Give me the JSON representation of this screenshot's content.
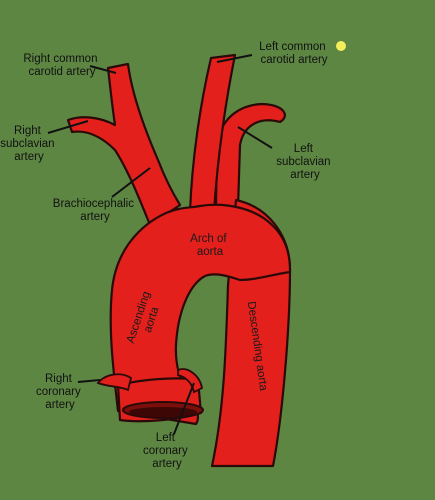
{
  "colors": {
    "background": "#5e8643",
    "vessel": "#e3201c",
    "outline": "#2a0a08",
    "marker": "#f2ef5a"
  },
  "labels": {
    "right_common_carotid": [
      "Right common",
      "carotid artery"
    ],
    "left_common_carotid": [
      "Left common",
      "carotid artery"
    ],
    "right_subclavian": [
      "Right",
      "subclavian",
      "artery"
    ],
    "left_subclavian": [
      "Left",
      "subclavian",
      "artery"
    ],
    "brachiocephalic": [
      "Brachiocephalic",
      "artery"
    ],
    "arch": [
      "Arch of",
      "aorta"
    ],
    "ascending": [
      "Ascending",
      "aorta"
    ],
    "descending": "Descending aorta",
    "right_coronary": [
      "Right",
      "coronary",
      "artery"
    ],
    "left_coronary": [
      "Left",
      "coronary",
      "artery"
    ]
  },
  "marker_icon": "yellow-dot-icon"
}
